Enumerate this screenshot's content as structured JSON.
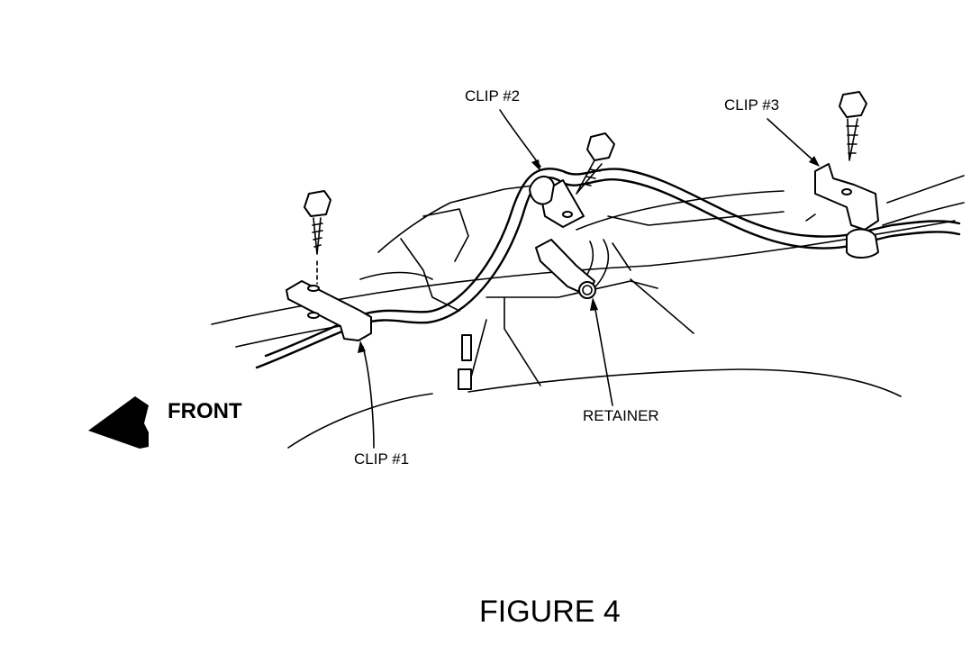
{
  "labels": {
    "clip1": "CLIP #1",
    "clip2": "CLIP #2",
    "clip3": "CLIP #3",
    "retainer": "RETAINER",
    "front": "FRONT",
    "figure": "FIGURE 4"
  },
  "colors": {
    "line": "#000000",
    "background": "#ffffff"
  },
  "icons": [
    "front-arrow-icon",
    "bolt-icon",
    "clip-bracket-icon",
    "retainer-icon"
  ]
}
